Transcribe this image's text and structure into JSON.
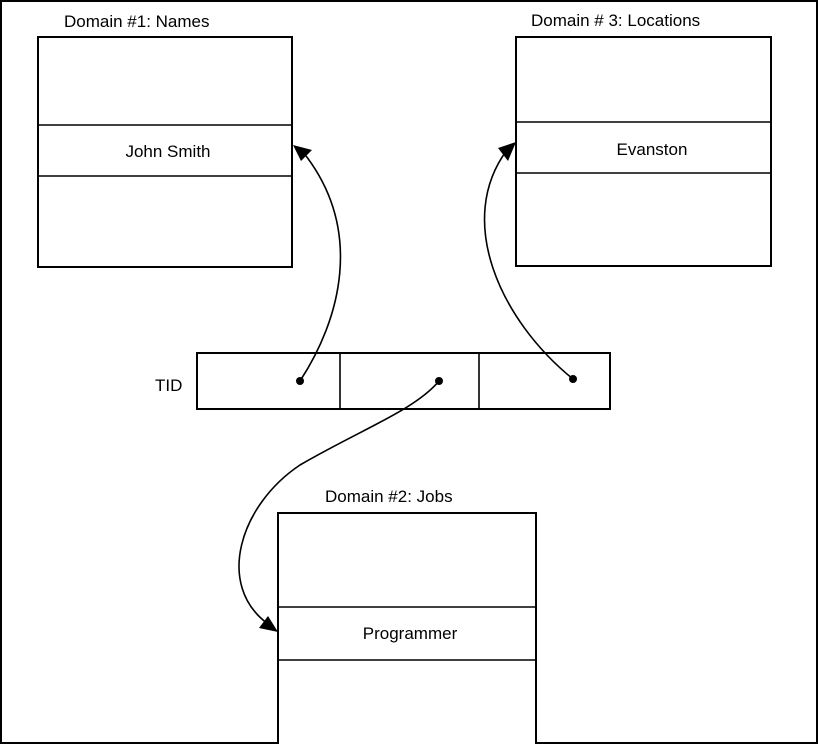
{
  "domains": [
    {
      "title": "Domain #1: Names",
      "entry": "John Smith"
    },
    {
      "title": "Domain # 3: Locations",
      "entry": "Evanston"
    },
    {
      "title": "Domain #2: Jobs",
      "entry": "Programmer"
    }
  ],
  "tid": {
    "label": "TID",
    "cells": 3
  }
}
